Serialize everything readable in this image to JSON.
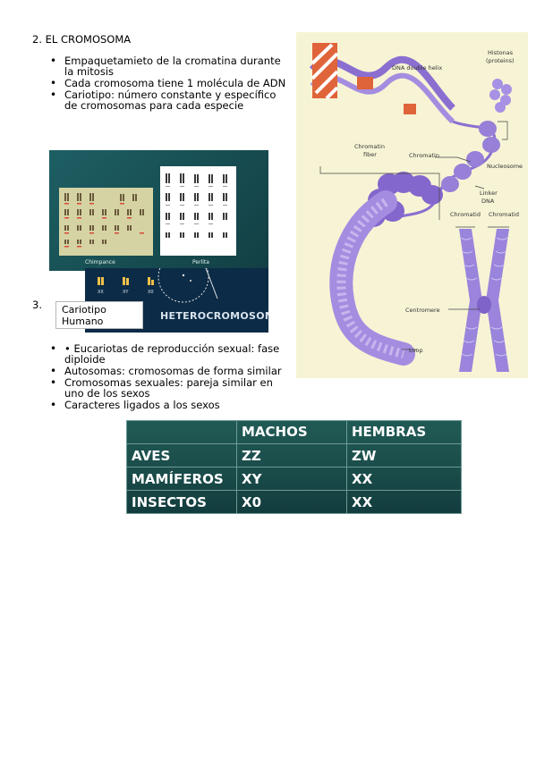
{
  "section2": {
    "title": "2.  EL CROMOSOMA",
    "bullets": [
      "Empaquetamieto de la cromatina durante la mitosis",
      "Cada cromosoma tiene 1 molécula de ADN",
      "Cariotipo: número constante y específico de cromosomas para cada especie"
    ]
  },
  "section3": {
    "number": "3.",
    "bullets": [
      "•         Eucariotas de reproducción sexual: fase diploide",
      "Autosomas: cromosomas de forma similar",
      "Cromosomas sexuales: pareja similar en uno de los sexos",
      "Caracteres ligados a los sexos"
    ]
  },
  "karyotype_slide": {
    "left_caption": "Chimpance",
    "right_caption": "Perlita",
    "sex_labels": [
      "XX",
      "XY",
      "X0"
    ],
    "slide_title": "HETEROCROMOSOMAS"
  },
  "caption_box": {
    "line1": "Cariotipo",
    "line2": "Humano"
  },
  "diagram": {
    "labels": {
      "dna": "DNA double helix",
      "histones_1": "Histonas",
      "histones_2": "(proteins)",
      "chromatin_fiber_1": "Chromatin",
      "chromatin_fiber_2": "fiber",
      "chromatin": "Chromatin",
      "nucleosome": "Nucleosome",
      "linker_1": "Linker",
      "linker_2": "DNA",
      "chromatid_1": "Chromatid",
      "chromatid_2": "Chromatid",
      "centromere": "Centromere",
      "loop": "Loop"
    },
    "colors": {
      "background": "#f7f4d5",
      "strand": "#8b6fd0",
      "dna_red": "#e0643a"
    }
  },
  "table": {
    "header": [
      "",
      "MACHOS",
      "HEMBRAS"
    ],
    "rows": [
      [
        "AVES",
        "ZZ",
        "ZW"
      ],
      [
        "MAMÍFEROS",
        "XY",
        "XX"
      ],
      [
        "INSECTOS",
        "X0",
        "XX"
      ]
    ],
    "colors": {
      "background": "#1a4c4a",
      "text": "#ffffff"
    }
  }
}
